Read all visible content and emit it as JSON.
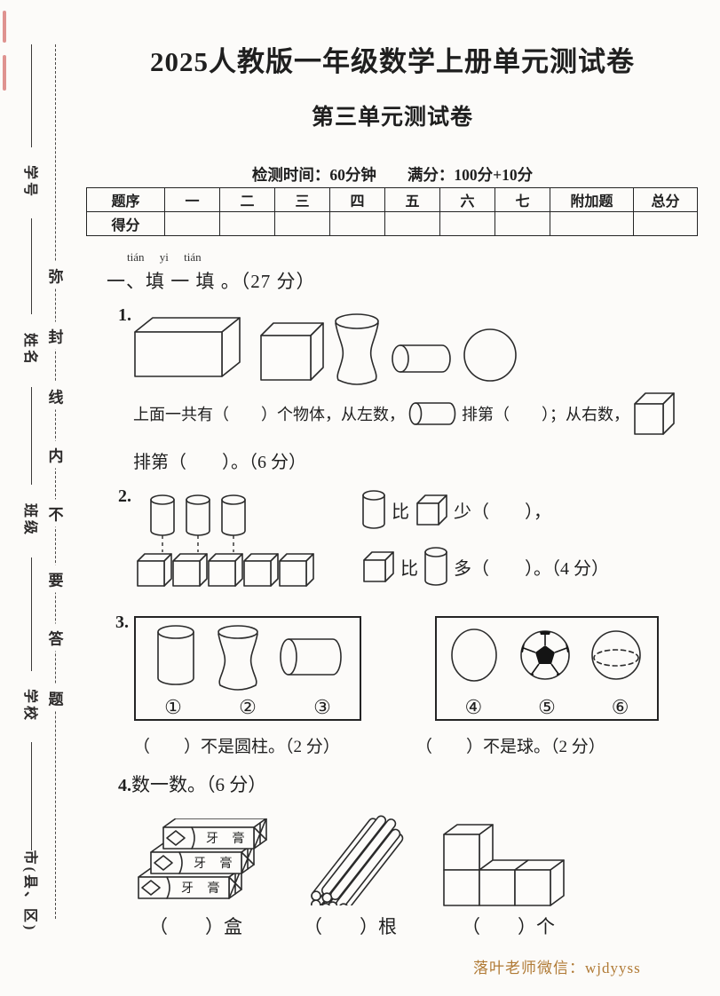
{
  "header": {
    "title": "2025人教版一年级数学上册单元测试卷",
    "subtitle": "第三单元测试卷",
    "info": "检测时间：60分钟　　满分：100分+10分"
  },
  "sidebar": {
    "labels": [
      "学号",
      "姓名",
      "班级",
      "学校",
      "市(县、区)"
    ],
    "seal_chars": [
      "弥",
      "封",
      "线",
      "内",
      "不",
      "要",
      "答",
      "题"
    ]
  },
  "score_table": {
    "header_row": [
      "题序",
      "一",
      "二",
      "三",
      "四",
      "五",
      "六",
      "七",
      "附加题",
      "总分"
    ],
    "score_label": "得分"
  },
  "q1": {
    "pinyin": "tián yi tián",
    "section": "一、填 一 填 。（27 分）",
    "number": "1.",
    "line1_a": "上面一共有（　　）个物体，从左数，",
    "line1_b": "排第（　　）；从右数，",
    "line2": "排第（　　）。（6 分）"
  },
  "q2": {
    "number": "2.",
    "bi": "比",
    "shao": "少（　　），",
    "duo": "多（　　）。（4 分）"
  },
  "q3": {
    "number": "3.",
    "labels_left": [
      "①",
      "②",
      "③"
    ],
    "labels_right": [
      "④",
      "⑤",
      "⑥"
    ],
    "text_left": "（　　）不是圆柱。（2 分）",
    "text_right": "（　　）不是球。（2 分）"
  },
  "q4": {
    "number": "4.",
    "title": "数一数。（6 分）",
    "toothpaste_label": "牙 膏",
    "answer_box": "（　　）盒",
    "answer_stick": "（　　）根",
    "answer_cube": "（　　）个"
  },
  "watermark": {
    "text": "落叶老师微信：wjdyyss",
    "color": "#b07a35"
  }
}
